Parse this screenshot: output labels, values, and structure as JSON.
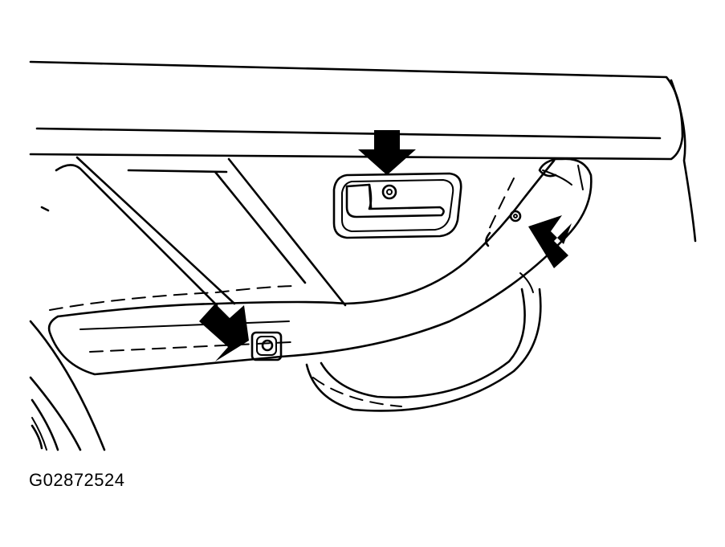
{
  "figure_code": "G02872524",
  "colors": {
    "line": "#000000",
    "background": "#ffffff"
  },
  "callouts": [
    {
      "target": "inner-handle-screw",
      "direction": "down"
    },
    {
      "target": "armrest-screw",
      "direction": "down-right"
    },
    {
      "target": "armrest-upper-screw",
      "direction": "up-left"
    }
  ]
}
